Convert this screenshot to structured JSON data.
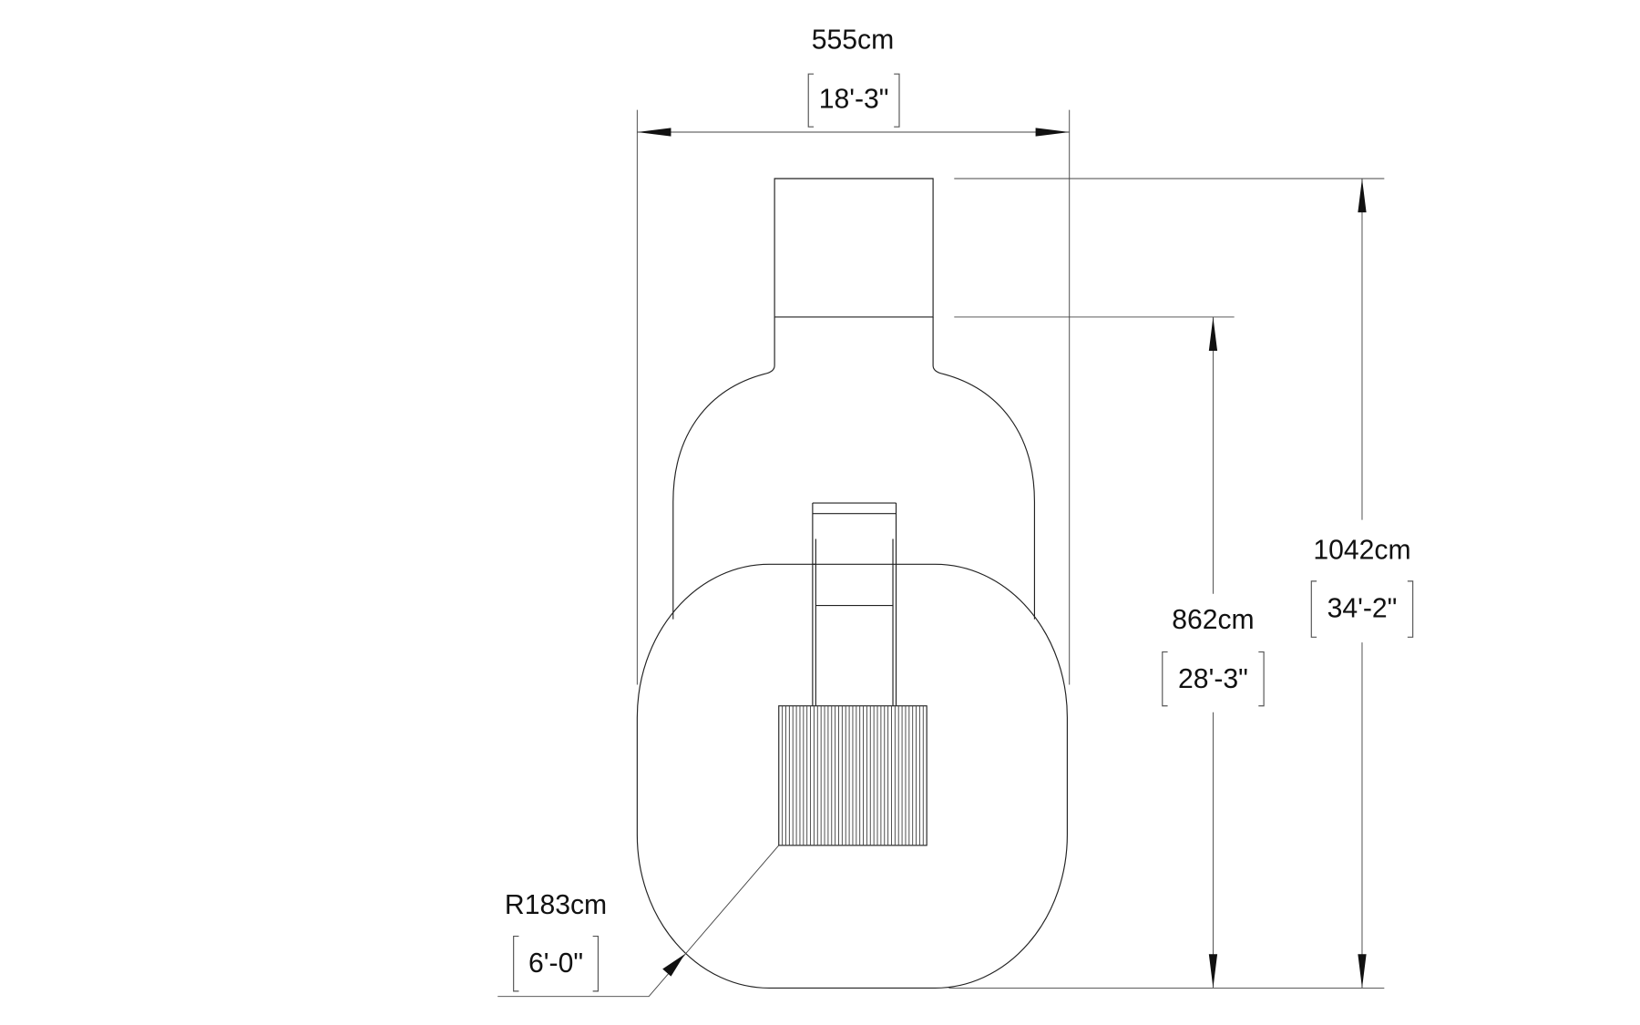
{
  "dimensions": {
    "width": {
      "metric": "555cm",
      "imperial": "18'-3\""
    },
    "length_total": {
      "metric": "1042cm",
      "imperial": "34'-2\""
    },
    "length_partial": {
      "metric": "862cm",
      "imperial": "28'-3\""
    },
    "radius": {
      "metric": "R183cm",
      "imperial": "6'-0\""
    }
  },
  "hatch_line_count": 42
}
